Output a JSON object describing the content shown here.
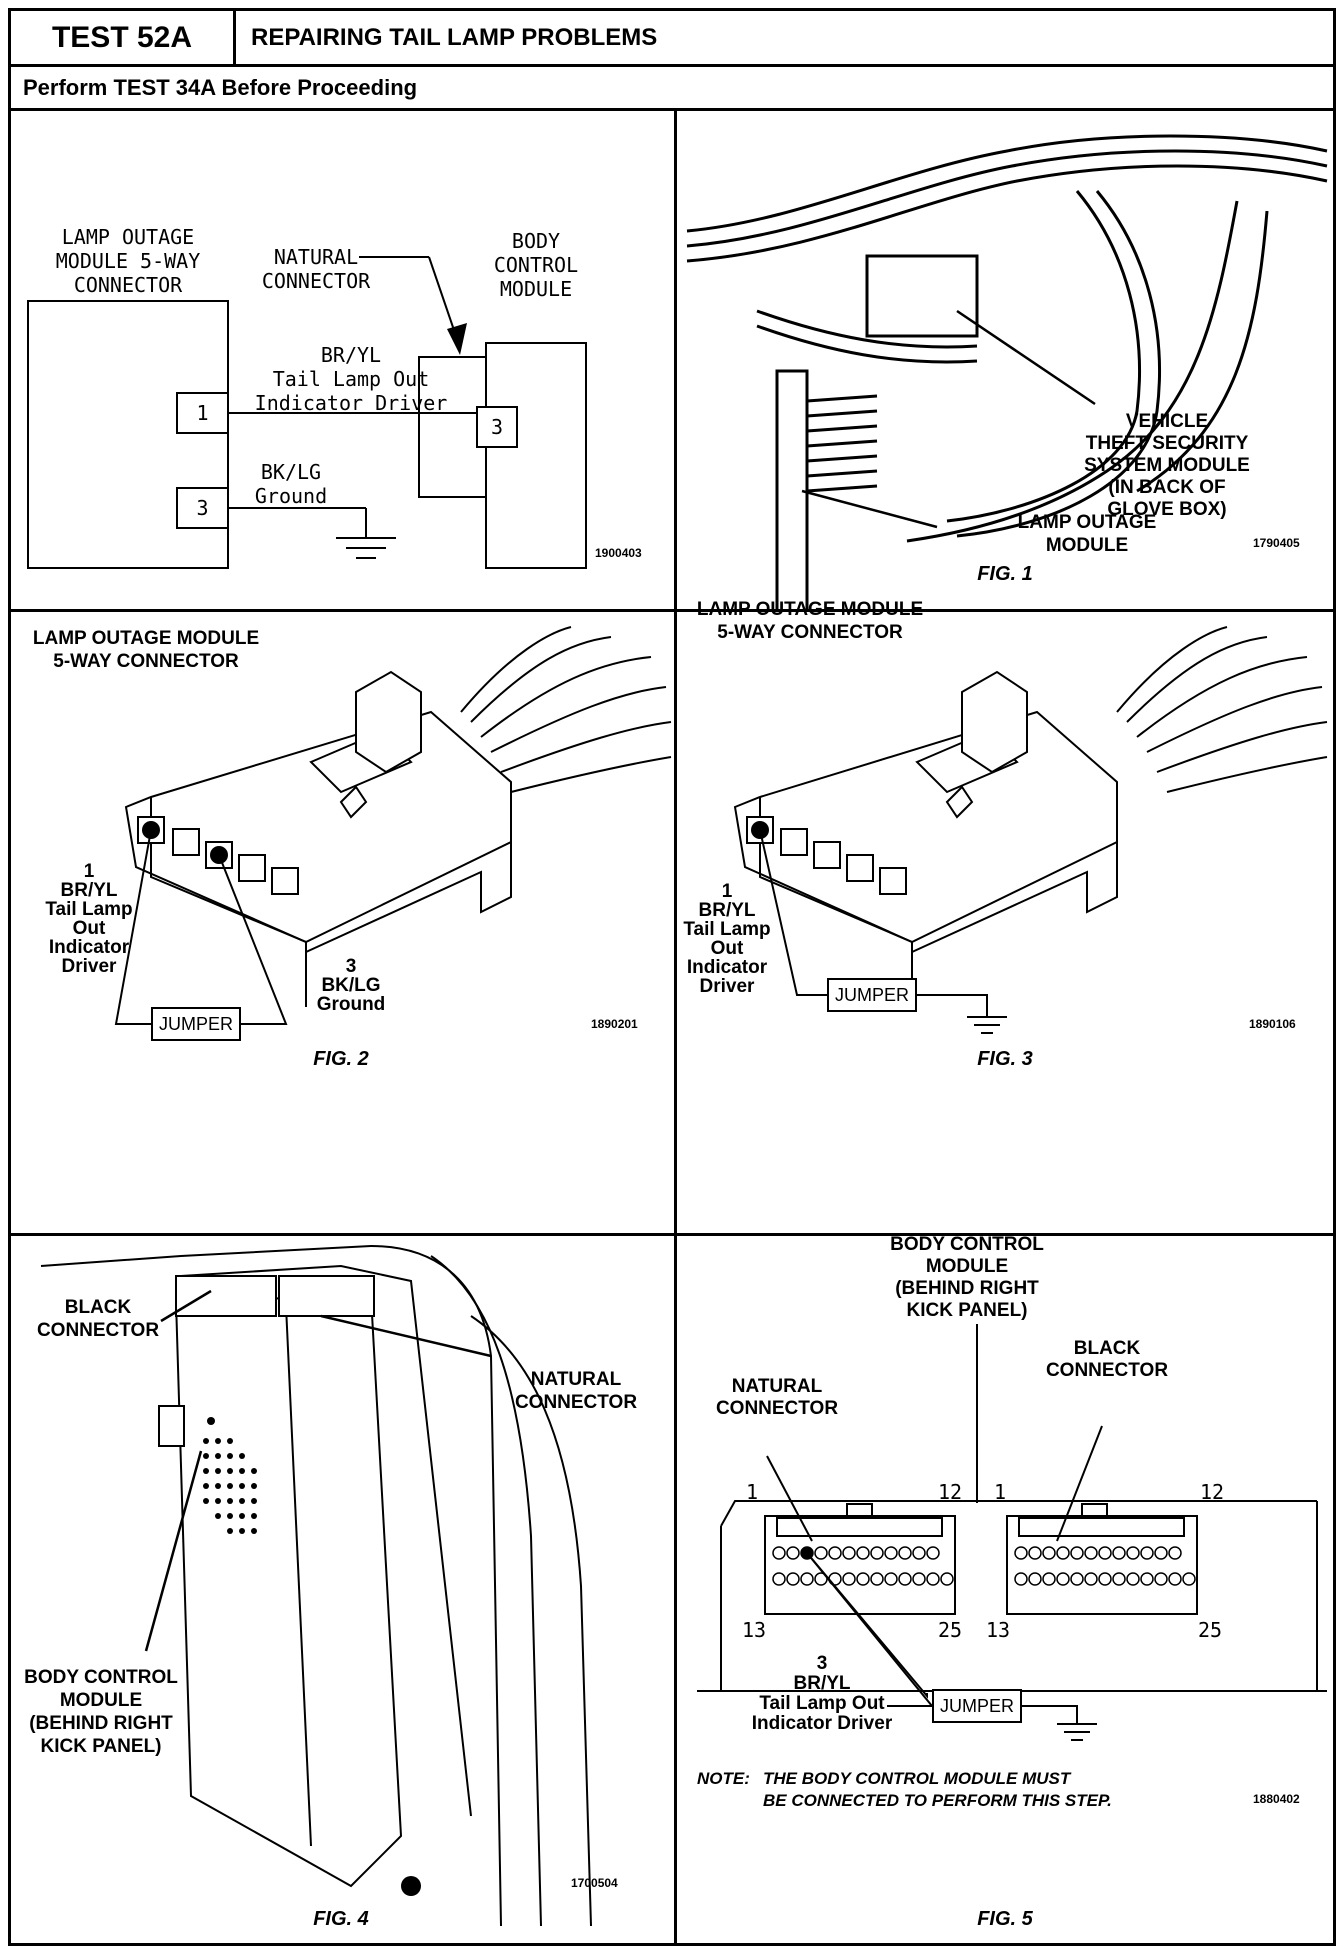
{
  "header": {
    "test_id": "TEST 52A",
    "title": "REPAIRING TAIL LAMP PROBLEMS",
    "subtitle": "Perform TEST 34A Before Proceeding"
  },
  "schematic": {
    "lom_label": [
      "LAMP OUTAGE",
      "MODULE 5-WAY",
      "CONNECTOR"
    ],
    "natural_connector_label": [
      "NATURAL",
      "CONNECTOR"
    ],
    "bcm_label": [
      "BODY",
      "CONTROL",
      "MODULE"
    ],
    "wire1_label": [
      "BR/YL",
      "Tail Lamp Out",
      "Indicator Driver"
    ],
    "wire2_label": [
      "BK/LG",
      "Ground"
    ],
    "pin_a": "1",
    "pin_b": "3",
    "pin_c": "3",
    "figure_code": "1900403"
  },
  "fig1": {
    "vtss_label": [
      "VEHICLE",
      "THEFT SECURITY",
      "SYSTEM MODULE",
      "(IN BACK OF",
      "GLOVE BOX)"
    ],
    "lom_label": [
      "LAMP OUTAGE",
      "MODULE"
    ],
    "figure_code": "1790405",
    "caption": "FIG. 1"
  },
  "fig2": {
    "title": [
      "LAMP OUTAGE MODULE",
      "5-WAY CONNECTOR"
    ],
    "pin1_label": [
      "1",
      "BR/YL",
      "Tail Lamp",
      "Out",
      "Indicator",
      "Driver"
    ],
    "pin3_label": [
      "3",
      "BK/LG",
      "Ground"
    ],
    "jumper": "JUMPER",
    "figure_code": "1890201",
    "caption": "FIG. 2"
  },
  "fig3": {
    "title": [
      "LAMP OUTAGE MODULE",
      "5-WAY CONNECTOR"
    ],
    "pin1_label": [
      "1",
      "BR/YL",
      "Tail Lamp",
      "Out",
      "Indicator",
      "Driver"
    ],
    "jumper": "JUMPER",
    "figure_code": "1890106",
    "caption": "FIG. 3"
  },
  "fig4": {
    "black_connector": [
      "BLACK",
      "CONNECTOR"
    ],
    "natural_connector": [
      "NATURAL",
      "CONNECTOR"
    ],
    "bcm_label": [
      "BODY CONTROL",
      "MODULE",
      "(BEHIND RIGHT",
      "KICK PANEL)"
    ],
    "figure_code": "1700504",
    "caption": "FIG. 4"
  },
  "fig5": {
    "bcm_label": [
      "BODY CONTROL",
      "MODULE",
      "(BEHIND RIGHT",
      "KICK PANEL)"
    ],
    "natural_connector": [
      "NATURAL",
      "CONNECTOR"
    ],
    "black_connector": [
      "BLACK",
      "CONNECTOR"
    ],
    "pins": {
      "p1": "1",
      "p12": "12",
      "p13": "13",
      "p25": "25"
    },
    "pin3_label": [
      "3",
      "BR/YL",
      "Tail Lamp Out",
      "Indicator Driver"
    ],
    "jumper": "JUMPER",
    "note_prefix": "NOTE:",
    "note": [
      "THE BODY CONTROL MODULE MUST",
      "BE CONNECTED TO PERFORM THIS STEP."
    ],
    "figure_code": "1880402",
    "caption": "FIG. 5"
  }
}
